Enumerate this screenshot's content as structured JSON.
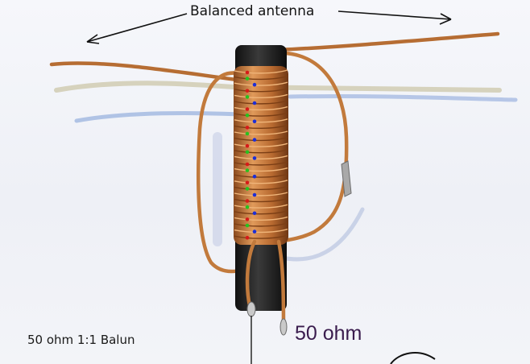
{
  "labels": {
    "antenna": "Balanced antenna",
    "balun": "50 ohm 1:1 Balun",
    "impedance": "50 ohm"
  },
  "colors": {
    "background": "#f2f3f8",
    "copper_wire": "#c27a3c",
    "ferrite_rod": "#262626",
    "dot_red": "#d61a1a",
    "dot_green": "#27c21f",
    "dot_blue": "#1d2fd6",
    "impedance_text": "#3a1c4e"
  },
  "scene": {
    "subject": "ferrite rod with trifilar copper winding",
    "dot_pattern": [
      "red",
      "green",
      "blue"
    ]
  }
}
